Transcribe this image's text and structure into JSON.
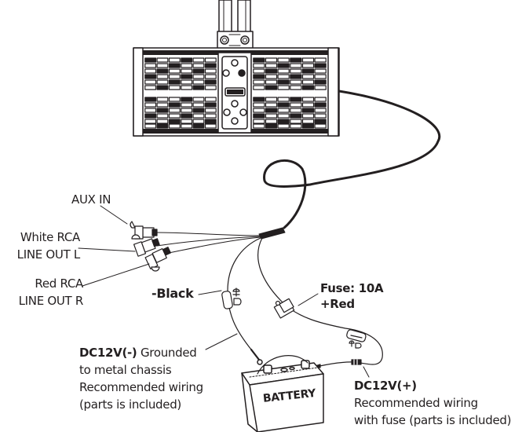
{
  "labels": {
    "aux_in": "AUX IN",
    "white_rca_line1": "White RCA",
    "white_rca_line2": "LINE OUT L",
    "red_rca_line1": "Red RCA",
    "red_rca_line2": "LINE OUT R",
    "black_wire": "-Black",
    "fuse_line1": "Fuse: 10A",
    "fuse_line2": "+Red",
    "dc_neg_bold": "DC12V(-)",
    "dc_neg_rest": " Grounded",
    "dc_neg_line2": "to metal chassis",
    "dc_neg_line3": "Recommended wiring",
    "dc_neg_line4": "(parts is included)",
    "dc_pos_bold": "DC12V(+)",
    "dc_pos_line2": "Recommended wiring",
    "dc_pos_line3": "with fuse (parts is included)",
    "battery": "BATTERY"
  },
  "colors": {
    "line": "#231f20",
    "background": "#ffffff"
  }
}
